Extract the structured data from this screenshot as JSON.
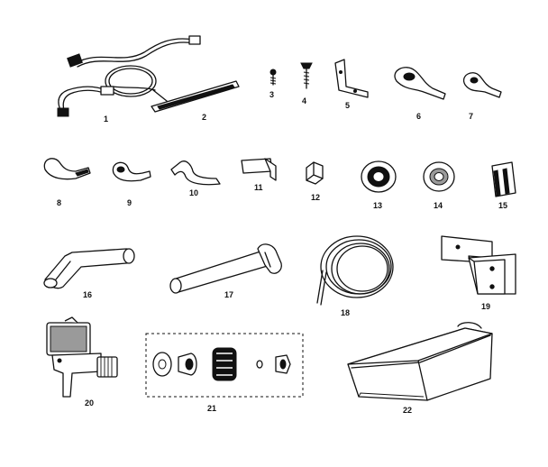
{
  "parts": [
    {
      "id": "wire-harness",
      "label": "1"
    },
    {
      "id": "strip",
      "label": "2"
    },
    {
      "id": "screw",
      "label": "3"
    },
    {
      "id": "screw-long",
      "label": "4"
    },
    {
      "id": "angle-bracket",
      "label": "5"
    },
    {
      "id": "clamp-large",
      "label": "6"
    },
    {
      "id": "clamp-small",
      "label": "7"
    },
    {
      "id": "clip-open",
      "label": "8"
    },
    {
      "id": "clip-round",
      "label": "9"
    },
    {
      "id": "strap",
      "label": "10"
    },
    {
      "id": "flat-bracket",
      "label": "11"
    },
    {
      "id": "nut",
      "label": "12"
    },
    {
      "id": "grommet-large",
      "label": "13"
    },
    {
      "id": "grommet-small",
      "label": "14"
    },
    {
      "id": "channel",
      "label": "15"
    },
    {
      "id": "elbow-tube",
      "label": "16"
    },
    {
      "id": "fill-tube",
      "label": "17"
    },
    {
      "id": "water-tubing",
      "label": "18"
    },
    {
      "id": "mounting-bracket",
      "label": "19"
    },
    {
      "id": "water-valve",
      "label": "20"
    },
    {
      "id": "fitting-kit",
      "label": "21"
    },
    {
      "id": "ice-bin",
      "label": "22"
    }
  ]
}
